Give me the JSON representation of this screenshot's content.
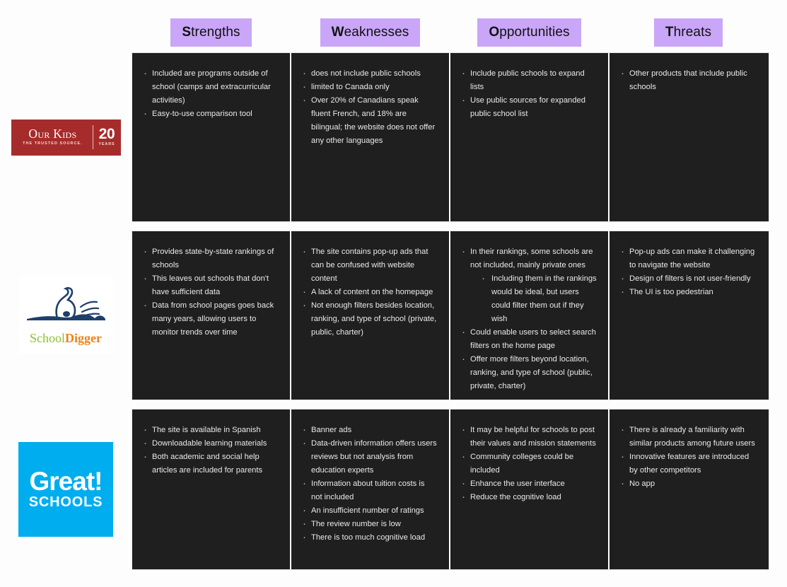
{
  "headers": [
    {
      "initial": "S",
      "rest": "trengths"
    },
    {
      "initial": "W",
      "rest": "eaknesses"
    },
    {
      "initial": "O",
      "rest": "pportunities"
    },
    {
      "initial": "T",
      "rest": "hreats"
    }
  ],
  "colors": {
    "header_pill": "#c9a6f7",
    "cell_background": "#201f1f",
    "cell_text": "#e9e9e9",
    "ourkids_red": "#a62c2c",
    "schooldigger_green": "#8dbf2e",
    "schooldigger_orange": "#f08219",
    "schooldigger_navy": "#1f3f6b",
    "greatschools_blue": "#00adee"
  },
  "logos": [
    {
      "name": "our-kids-logo",
      "title": "Our Kids",
      "tagline": "THE TRUSTED SOURCE.",
      "badge_number": "20",
      "badge_label": "YEARS"
    },
    {
      "name": "school-digger-logo",
      "word_one": "School",
      "word_two": "Digger"
    },
    {
      "name": "great-schools-logo",
      "word_one": "Great!",
      "word_two": "SCHOOLS"
    }
  ],
  "rows": [
    {
      "product": "Our Kids",
      "strengths": [
        {
          "text": "Included are programs outside of school (camps and extracurricular activities)"
        },
        {
          "text": "Easy-to-use comparison tool"
        }
      ],
      "weaknesses": [
        {
          "text": "does not include public schools"
        },
        {
          "text": "limited to Canada only"
        },
        {
          "text": "Over 20% of Canadians speak fluent French, and 18% are bilingual; the website does not offer any other languages"
        }
      ],
      "opportunities": [
        {
          "text": "Include public schools to expand lists"
        },
        {
          "text": "Use public sources  for expanded public school list"
        }
      ],
      "threats": [
        {
          "text": "Other products that include public schools"
        }
      ]
    },
    {
      "product": "SchoolDigger",
      "strengths": [
        {
          "text": "Provides state-by-state rankings of schools"
        },
        {
          "text": "This leaves out schools that don't have sufficient data"
        },
        {
          "text": "Data from school pages goes back many years, allowing users to monitor trends over time"
        }
      ],
      "weaknesses": [
        {
          "text": "The site contains pop-up ads that can be confused with website content"
        },
        {
          "text": "A lack of content on the homepage"
        },
        {
          "text": "Not enough filters besides location, ranking, and type of school (private, public, charter)"
        }
      ],
      "opportunities": [
        {
          "text": "In their rankings, some schools are not included, mainly private ones",
          "children": [
            {
              "text": "Including them in the rankings would be ideal, but users could filter them out if they wish"
            }
          ]
        },
        {
          "text": "Could enable users to select search filters on the home page"
        },
        {
          "text": "Offer more filters beyond location, ranking, and type of school (public, private, charter)"
        }
      ],
      "threats": [
        {
          "text": "Pop-up ads can make it challenging to navigate the website"
        },
        {
          "text": "Design of filters is not user-friendly"
        },
        {
          "text": "The UI is too pedestrian"
        }
      ]
    },
    {
      "product": "GreatSchools",
      "strengths": [
        {
          "text": "The site is available in Spanish"
        },
        {
          "text": "Downloadable learning materials"
        },
        {
          "text": "Both academic and social help articles are included for parents"
        }
      ],
      "weaknesses": [
        {
          "text": "Banner ads"
        },
        {
          "text": "Data-driven information offers users reviews but not analysis from education experts"
        },
        {
          "text": "Information about tuition costs is not included"
        },
        {
          "text": "An insufficient number of ratings"
        },
        {
          "text": "The review number is low"
        },
        {
          "text": "There is too much cognitive load"
        }
      ],
      "opportunities": [
        {
          "text": "It may be helpful for schools to post their values and mission statements"
        },
        {
          "text": "Community colleges could be included"
        },
        {
          "text": "Enhance the user interface"
        },
        {
          "text": "Reduce the cognitive load"
        }
      ],
      "threats": [
        {
          "text": "There is already a familiarity with similar products among future users"
        },
        {
          "text": "Innovative features are introduced by other competitors"
        },
        {
          "text": "No app"
        }
      ]
    }
  ]
}
